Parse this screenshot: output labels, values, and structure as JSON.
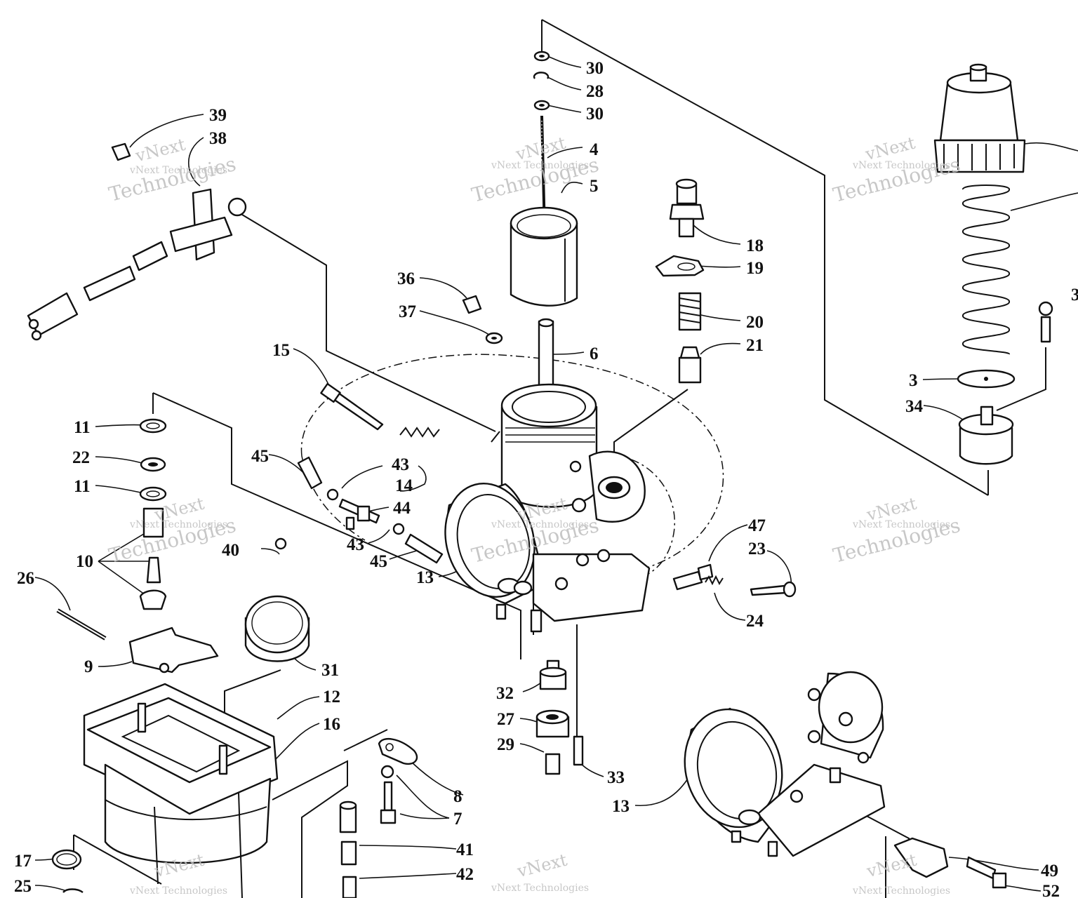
{
  "callouts": [
    {
      "id": "c30a",
      "text": "30"
    },
    {
      "id": "c28",
      "text": "28"
    },
    {
      "id": "c30b",
      "text": "30"
    },
    {
      "id": "c4",
      "text": "4"
    },
    {
      "id": "c5",
      "text": "5"
    },
    {
      "id": "c39",
      "text": "39"
    },
    {
      "id": "c38",
      "text": "38"
    },
    {
      "id": "c18",
      "text": "18"
    },
    {
      "id": "c19",
      "text": "19"
    },
    {
      "id": "c20",
      "text": "20"
    },
    {
      "id": "c21",
      "text": "21"
    },
    {
      "id": "c36",
      "text": "36"
    },
    {
      "id": "c37",
      "text": "37"
    },
    {
      "id": "c6",
      "text": "6"
    },
    {
      "id": "c15",
      "text": "15"
    },
    {
      "id": "c3",
      "text": "3"
    },
    {
      "id": "c34",
      "text": "34"
    },
    {
      "id": "c3r",
      "text": "3"
    },
    {
      "id": "c11a",
      "text": "11"
    },
    {
      "id": "c22",
      "text": "22"
    },
    {
      "id": "c11b",
      "text": "11"
    },
    {
      "id": "c45a",
      "text": "45"
    },
    {
      "id": "c43a",
      "text": "43"
    },
    {
      "id": "c14",
      "text": "14"
    },
    {
      "id": "c44",
      "text": "44"
    },
    {
      "id": "c43b",
      "text": "43"
    },
    {
      "id": "c45b",
      "text": "45"
    },
    {
      "id": "c10",
      "text": "10"
    },
    {
      "id": "c40",
      "text": "40"
    },
    {
      "id": "c47",
      "text": "47"
    },
    {
      "id": "c23",
      "text": "23"
    },
    {
      "id": "c26",
      "text": "26"
    },
    {
      "id": "c13a",
      "text": "13"
    },
    {
      "id": "c24",
      "text": "24"
    },
    {
      "id": "c9",
      "text": "9"
    },
    {
      "id": "c31",
      "text": "31"
    },
    {
      "id": "c32",
      "text": "32"
    },
    {
      "id": "c12",
      "text": "12"
    },
    {
      "id": "c27",
      "text": "27"
    },
    {
      "id": "c16",
      "text": "16"
    },
    {
      "id": "c29",
      "text": "29"
    },
    {
      "id": "c33",
      "text": "33"
    },
    {
      "id": "c8",
      "text": "8"
    },
    {
      "id": "c7",
      "text": "7"
    },
    {
      "id": "c13b",
      "text": "13"
    },
    {
      "id": "c17",
      "text": "17"
    },
    {
      "id": "c41",
      "text": "41"
    },
    {
      "id": "c49",
      "text": "49"
    },
    {
      "id": "c25",
      "text": "25"
    },
    {
      "id": "c42",
      "text": "42"
    },
    {
      "id": "c52",
      "text": "52"
    }
  ],
  "watermark": {
    "line1": "vNext",
    "line2": "vNext Technologies",
    "line3": "Technologies"
  }
}
